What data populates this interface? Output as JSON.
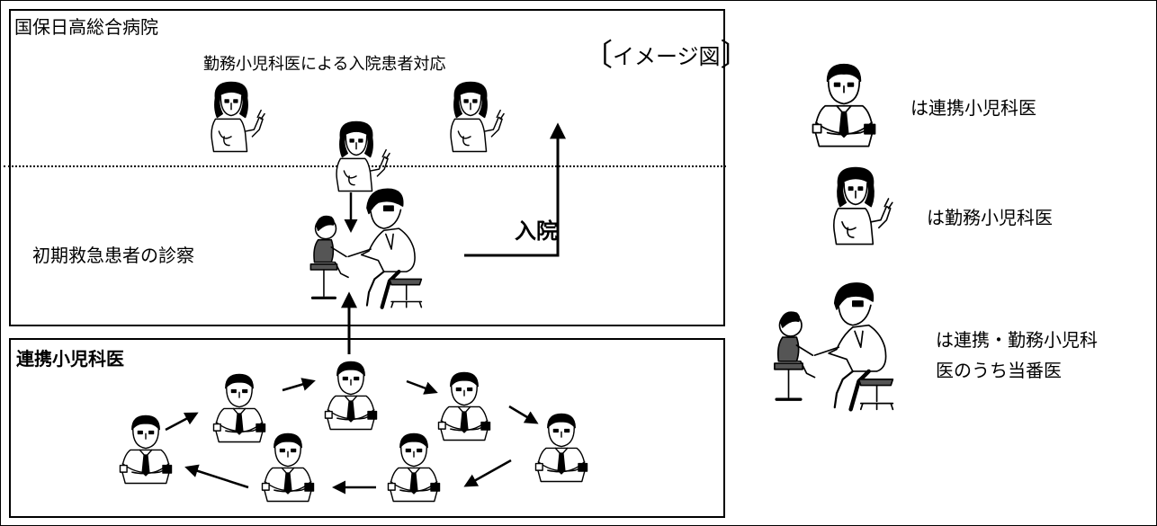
{
  "hospital": {
    "title": "国保日高総合病院",
    "inpatient_caption": "勤務小児科医による入院患者対応",
    "image_note": "イメージ図",
    "exam_caption": "初期救急患者の診察",
    "admission_label": "入院"
  },
  "network": {
    "title": "連携小児科医"
  },
  "legend": {
    "items": [
      {
        "icon": "male-doctor-icon",
        "label": "は連携小児科医"
      },
      {
        "icon": "female-doctor-icon",
        "label": "は勤務小児科医"
      },
      {
        "icon": "duty-doctor-exam-icon",
        "label_lines": [
          "は連携・勤務小児科",
          "医のうち当番医"
        ]
      }
    ]
  }
}
